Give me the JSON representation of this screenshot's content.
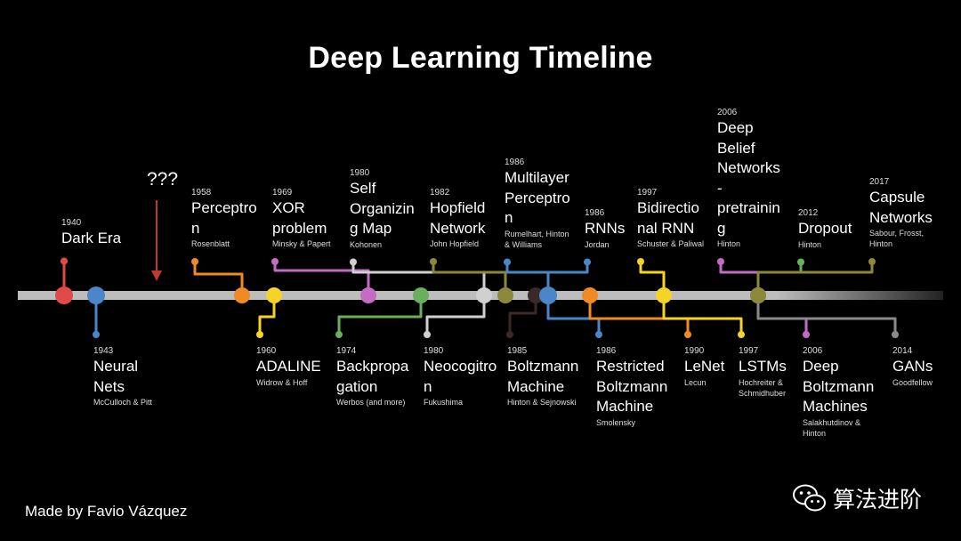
{
  "header": {
    "title": "Deep Learning Timeline"
  },
  "annotation": {
    "question": "???"
  },
  "footer": {
    "credit": "Made by Favio Vázquez",
    "watermark": "算法进阶"
  },
  "colors": {
    "background": "#000000",
    "line": "#bdbdbd",
    "arrow": "#c0392b"
  },
  "milestones": [
    {
      "id": "dark-era",
      "year": "1940",
      "name": [
        "Dark Era"
      ],
      "authors": [],
      "color": "#e04a4a",
      "side": "top"
    },
    {
      "id": "neural-nets",
      "year": "1943",
      "name": [
        "Neural",
        "Nets"
      ],
      "authors": [
        "McCulloch & Pitt"
      ],
      "color": "#4a86c8",
      "side": "bottom"
    },
    {
      "id": "perceptron",
      "year": "1958",
      "name": [
        "Perceptro",
        "n"
      ],
      "authors": [
        "Rosenblatt"
      ],
      "color": "#f08a24",
      "side": "top"
    },
    {
      "id": "adaline",
      "year": "1960",
      "name": [
        "ADALINE"
      ],
      "authors": [
        "Widrow & Hoff"
      ],
      "color": "#f5d327",
      "side": "bottom"
    },
    {
      "id": "xor-problem",
      "year": "1969",
      "name": [
        "XOR",
        "problem"
      ],
      "authors": [
        "Minsky & Papert"
      ],
      "color": "#c46bc4",
      "side": "top"
    },
    {
      "id": "backpropagation",
      "year": "1974",
      "name": [
        "Backpropa",
        "gation"
      ],
      "authors": [
        "Werbos (and more)"
      ],
      "color": "#6aaf5e",
      "side": "bottom"
    },
    {
      "id": "self-organizing-map",
      "year": "1980",
      "name": [
        "Self",
        "Organizin",
        "g Map"
      ],
      "authors": [
        "Kohonen"
      ],
      "color": "#d0d0d0",
      "side": "top"
    },
    {
      "id": "neocogitron",
      "year": "1980",
      "name": [
        "Neocogitro",
        "n"
      ],
      "authors": [
        "Fukushima"
      ],
      "color": "#d0d0d0",
      "side": "bottom"
    },
    {
      "id": "hopfield-network",
      "year": "1982",
      "name": [
        "Hopfield",
        "Network"
      ],
      "authors": [
        "John Hopfield"
      ],
      "color": "#8c8a3a",
      "side": "top"
    },
    {
      "id": "boltzmann-machine",
      "year": "1985",
      "name": [
        "Boltzmann",
        "Machine"
      ],
      "authors": [
        "Hinton & Sejnowski"
      ],
      "color": "#3a2a26",
      "side": "bottom"
    },
    {
      "id": "multilayer-perceptron",
      "year": "1986",
      "name": [
        "Multilayer",
        "Perceptro",
        "n"
      ],
      "authors": [
        "Rumelhart, Hinton",
        "& Williams"
      ],
      "color": "#4a86c8",
      "side": "top"
    },
    {
      "id": "rnns",
      "year": "1986",
      "name": [
        "RNNs"
      ],
      "authors": [
        "Jordan"
      ],
      "color": "#4a86c8",
      "side": "top"
    },
    {
      "id": "restricted-boltzmann-machine",
      "year": "1986",
      "name": [
        "Restricted",
        "Boltzmann",
        "Machine"
      ],
      "authors": [
        "Smolensky"
      ],
      "color": "#4a86c8",
      "side": "bottom"
    },
    {
      "id": "lenet",
      "year": "1990",
      "name": [
        "LeNet"
      ],
      "authors": [
        "Lecun"
      ],
      "color": "#f08a24",
      "side": "bottom"
    },
    {
      "id": "bidirectional-rnn",
      "year": "1997",
      "name": [
        "Bidirectio",
        "nal RNN"
      ],
      "authors": [
        "Schuster & Paliwal"
      ],
      "color": "#f5d327",
      "side": "top"
    },
    {
      "id": "lstms",
      "year": "1997",
      "name": [
        "LSTMs"
      ],
      "authors": [
        "Hochreiter &",
        "Schmidhuber"
      ],
      "color": "#f5d327",
      "side": "bottom"
    },
    {
      "id": "deep-belief-networks",
      "year": "2006",
      "name": [
        "Deep",
        "Belief",
        "Networks",
        "-",
        "pretrainin",
        "g"
      ],
      "authors": [
        "Hinton"
      ],
      "color": "#c46bc4",
      "side": "top"
    },
    {
      "id": "deep-boltzmann-machines",
      "year": "2006",
      "name": [
        "Deep",
        "Boltzmann",
        "Machines"
      ],
      "authors": [
        "Salakhutdinov &",
        "Hinton"
      ],
      "color": "#c46bc4",
      "side": "bottom"
    },
    {
      "id": "dropout",
      "year": "2012",
      "name": [
        "Dropout"
      ],
      "authors": [
        "Hinton"
      ],
      "color": "#6aaf5e",
      "side": "top"
    },
    {
      "id": "gans",
      "year": "2014",
      "name": [
        "GANs"
      ],
      "authors": [
        "Goodfellow"
      ],
      "color": "#8a8a8a",
      "side": "bottom"
    },
    {
      "id": "capsule-networks",
      "year": "2017",
      "name": [
        "Capsule",
        "Networks"
      ],
      "authors": [
        "Sabour, Frosst,",
        "Hinton"
      ],
      "color": "#8c8a3a",
      "side": "top"
    }
  ]
}
